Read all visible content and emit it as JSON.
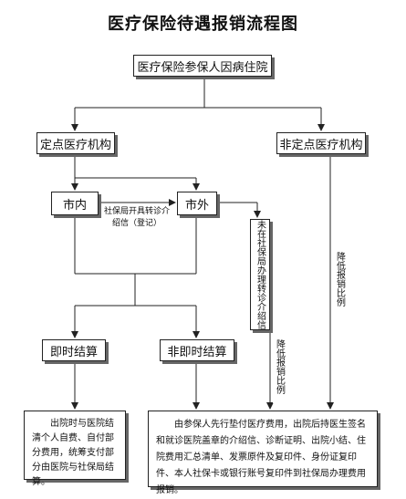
{
  "title": "医疗保险待遇报销流程图",
  "nodes": {
    "start": "医疗保险参保人因病住院",
    "designated": "定点医疗机构",
    "non_designated": "非定点医疗机构",
    "in_city": "市内",
    "out_city": "市外",
    "not_transferred": "未在社保局办理转诊介绍信",
    "instant": "即时结算",
    "non_instant": "非即时结算"
  },
  "labels": {
    "transfer_note_line1": "社保局开具转诊介",
    "transfer_note_line2": "绍信（登记）",
    "reduce_ratio_a": "降低报销比例",
    "reduce_ratio_b": "降低报销比例"
  },
  "results": {
    "instant_text": "出院时与医院结清个人自费、自付部分费用，统筹支付部分由医院与社保局结算。",
    "non_instant_text": "由参保人先行垫付医疗费用，出院后持医生签名和就诊医院盖章的介绍信、诊断证明、出院小结、住院费用汇总清单、发票原件及复印件、身份证复印件、本人社保卡或银行账号复印件到社保局办理费用报销。"
  }
}
